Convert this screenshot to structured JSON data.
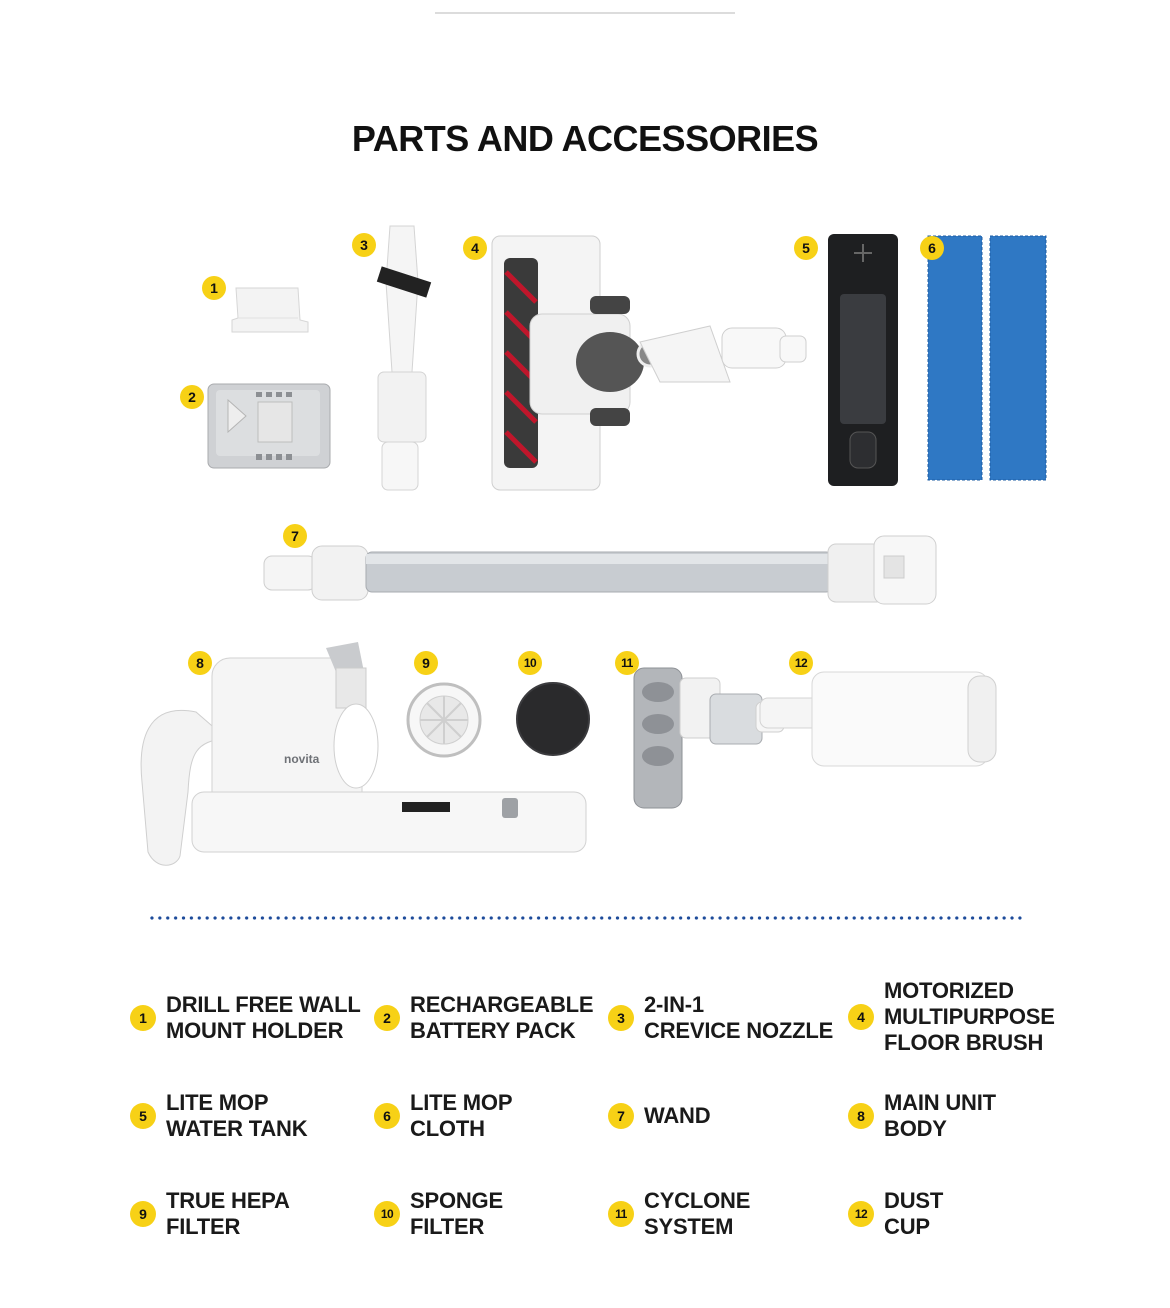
{
  "title": "PARTS AND ACCESSORIES",
  "brand_label": "novita",
  "badges": [
    "1",
    "2",
    "3",
    "4",
    "5",
    "6",
    "7",
    "8",
    "9",
    "10",
    "11",
    "12"
  ],
  "legend": [
    {
      "num": "1",
      "text": "DRILL FREE WALL\nMOUNT HOLDER"
    },
    {
      "num": "2",
      "text": "RECHARGEABLE\nBATTERY PACK"
    },
    {
      "num": "3",
      "text": "2-IN-1\nCREVICE NOZZLE"
    },
    {
      "num": "4",
      "text": "MOTORIZED\nMULTIPURPOSE\nFLOOR BRUSH"
    },
    {
      "num": "5",
      "text": "LITE MOP\nWATER TANK"
    },
    {
      "num": "6",
      "text": "LITE MOP\nCLOTH"
    },
    {
      "num": "7",
      "text": "WAND"
    },
    {
      "num": "8",
      "text": "MAIN UNIT\nBODY"
    },
    {
      "num": "9",
      "text": "TRUE HEPA\nFILTER"
    },
    {
      "num": "10",
      "text": "SPONGE\nFILTER"
    },
    {
      "num": "11",
      "text": "CYCLONE\nSYSTEM"
    },
    {
      "num": "12",
      "text": "DUST\nCUP"
    }
  ],
  "colors": {
    "badge": "#f7d116",
    "divider_dots": "#1d4b9a",
    "mop_cloth": "#2f78c4",
    "brush_red": "#c0162b"
  }
}
